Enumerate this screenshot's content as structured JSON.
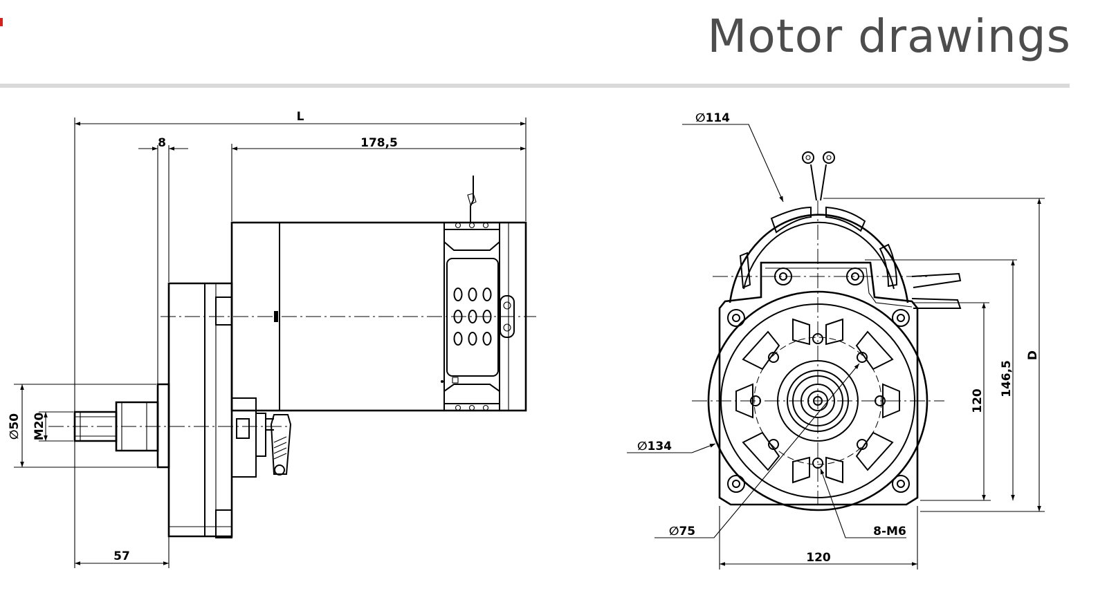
{
  "header": {
    "title": "Motor drawings"
  },
  "colors": {
    "title_text": "#4d4d4d",
    "rule": "#d9d9d9",
    "line": "#000000",
    "accent": "#d2231e"
  },
  "side_view": {
    "dims": {
      "overall_length": "L",
      "flange_thickness": "8",
      "motor_length": "178,5",
      "shaft_length": "57",
      "pilot_diameter": "∅50",
      "shaft_thread": "M20"
    }
  },
  "front_view": {
    "dims": {
      "housing_diameter": "∅114",
      "flange_diameter": "∅134",
      "bolt_circle": "∅75",
      "threaded_holes": "8-M6",
      "width": "120",
      "height_120": "120",
      "height_146": "146,5",
      "overall_height": "D"
    }
  }
}
